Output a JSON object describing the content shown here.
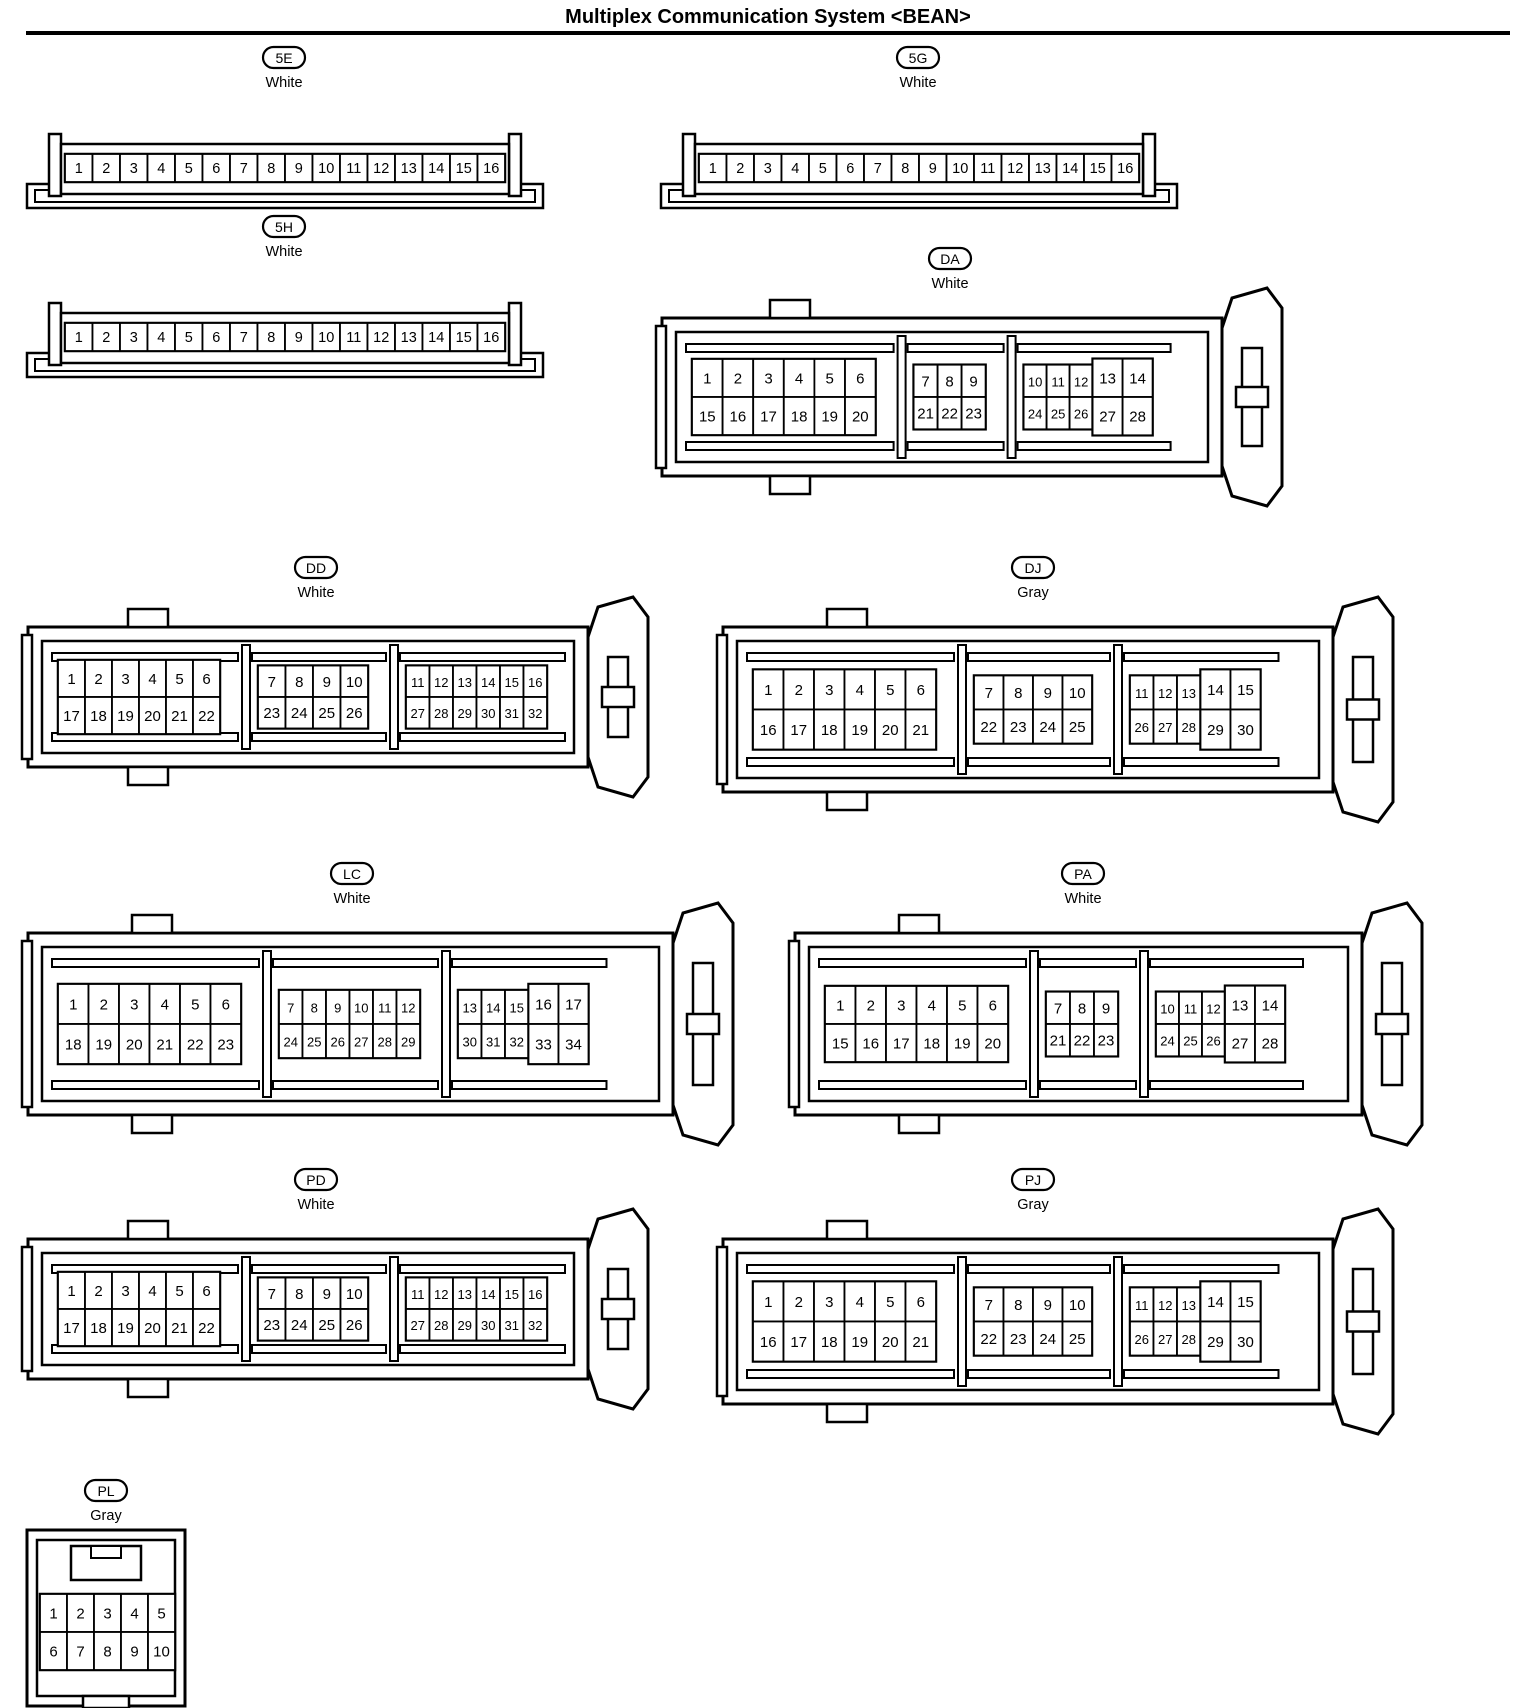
{
  "title": "Multiplex Communication System <BEAN>",
  "connectors": [
    {
      "id": "5E",
      "color": "White",
      "type": "linear",
      "rows": [
        [
          1,
          2,
          3,
          4,
          5,
          6,
          7,
          8,
          9,
          10,
          11,
          12,
          13,
          14,
          15,
          16
        ]
      ]
    },
    {
      "id": "5G",
      "color": "White",
      "type": "linear",
      "rows": [
        [
          1,
          2,
          3,
          4,
          5,
          6,
          7,
          8,
          9,
          10,
          11,
          12,
          13,
          14,
          15,
          16
        ]
      ]
    },
    {
      "id": "5H",
      "color": "White",
      "type": "linear",
      "rows": [
        [
          1,
          2,
          3,
          4,
          5,
          6,
          7,
          8,
          9,
          10,
          11,
          12,
          13,
          14,
          15,
          16
        ]
      ]
    },
    {
      "id": "DA",
      "color": "White",
      "type": "ecu",
      "sections": [
        {
          "rows": [
            [
              1,
              2,
              3,
              4,
              5,
              6
            ],
            [
              15,
              16,
              17,
              18,
              19,
              20
            ]
          ]
        },
        {
          "rows": [
            [
              7,
              8,
              9
            ],
            [
              21,
              22,
              23
            ]
          ]
        },
        {
          "rows": [
            [
              10,
              11,
              12
            ],
            [
              24,
              25,
              26
            ]
          ],
          "big": [
            [
              13,
              14
            ],
            [
              27,
              28
            ]
          ]
        }
      ]
    },
    {
      "id": "DD",
      "color": "White",
      "type": "ecu",
      "sections": [
        {
          "rows": [
            [
              1,
              2,
              3,
              4,
              5,
              6
            ],
            [
              17,
              18,
              19,
              20,
              21,
              22
            ]
          ]
        },
        {
          "rows": [
            [
              7,
              8,
              9,
              10
            ],
            [
              23,
              24,
              25,
              26
            ]
          ]
        },
        {
          "rows": [
            [
              11,
              12,
              13,
              14,
              15,
              16
            ],
            [
              27,
              28,
              29,
              30,
              31,
              32
            ]
          ]
        }
      ]
    },
    {
      "id": "DJ",
      "color": "Gray",
      "type": "ecu",
      "sections": [
        {
          "rows": [
            [
              1,
              2,
              3,
              4,
              5,
              6
            ],
            [
              16,
              17,
              18,
              19,
              20,
              21
            ]
          ]
        },
        {
          "rows": [
            [
              7,
              8,
              9,
              10
            ],
            [
              22,
              23,
              24,
              25
            ]
          ]
        },
        {
          "rows": [
            [
              11,
              12,
              13
            ],
            [
              26,
              27,
              28
            ]
          ],
          "big": [
            [
              14,
              15
            ],
            [
              29,
              30
            ]
          ]
        }
      ]
    },
    {
      "id": "LC",
      "color": "White",
      "type": "ecu",
      "sections": [
        {
          "rows": [
            [
              1,
              2,
              3,
              4,
              5,
              6
            ],
            [
              18,
              19,
              20,
              21,
              22,
              23
            ]
          ]
        },
        {
          "rows": [
            [
              7,
              8,
              9,
              10,
              11,
              12
            ],
            [
              24,
              25,
              26,
              27,
              28,
              29
            ]
          ]
        },
        {
          "rows": [
            [
              13,
              14,
              15
            ],
            [
              30,
              31,
              32
            ]
          ],
          "big": [
            [
              16,
              17
            ],
            [
              33,
              34
            ]
          ]
        }
      ]
    },
    {
      "id": "PA",
      "color": "White",
      "type": "ecu",
      "sections": [
        {
          "rows": [
            [
              1,
              2,
              3,
              4,
              5,
              6
            ],
            [
              15,
              16,
              17,
              18,
              19,
              20
            ]
          ]
        },
        {
          "rows": [
            [
              7,
              8,
              9
            ],
            [
              21,
              22,
              23
            ]
          ]
        },
        {
          "rows": [
            [
              10,
              11,
              12
            ],
            [
              24,
              25,
              26
            ]
          ],
          "big": [
            [
              13,
              14
            ],
            [
              27,
              28
            ]
          ]
        }
      ]
    },
    {
      "id": "PD",
      "color": "White",
      "type": "ecu",
      "sections": [
        {
          "rows": [
            [
              1,
              2,
              3,
              4,
              5,
              6
            ],
            [
              17,
              18,
              19,
              20,
              21,
              22
            ]
          ]
        },
        {
          "rows": [
            [
              7,
              8,
              9,
              10
            ],
            [
              23,
              24,
              25,
              26
            ]
          ]
        },
        {
          "rows": [
            [
              11,
              12,
              13,
              14,
              15,
              16
            ],
            [
              27,
              28,
              29,
              30,
              31,
              32
            ]
          ]
        }
      ]
    },
    {
      "id": "PJ",
      "color": "Gray",
      "type": "ecu",
      "sections": [
        {
          "rows": [
            [
              1,
              2,
              3,
              4,
              5,
              6
            ],
            [
              16,
              17,
              18,
              19,
              20,
              21
            ]
          ]
        },
        {
          "rows": [
            [
              7,
              8,
              9,
              10
            ],
            [
              22,
              23,
              24,
              25
            ]
          ]
        },
        {
          "rows": [
            [
              11,
              12,
              13
            ],
            [
              26,
              27,
              28
            ]
          ],
          "big": [
            [
              14,
              15
            ],
            [
              29,
              30
            ]
          ]
        }
      ]
    },
    {
      "id": "PL",
      "color": "Gray",
      "type": "small",
      "rows": [
        [
          1,
          2,
          3,
          4,
          5
        ],
        [
          6,
          7,
          8,
          9,
          10
        ]
      ]
    }
  ]
}
